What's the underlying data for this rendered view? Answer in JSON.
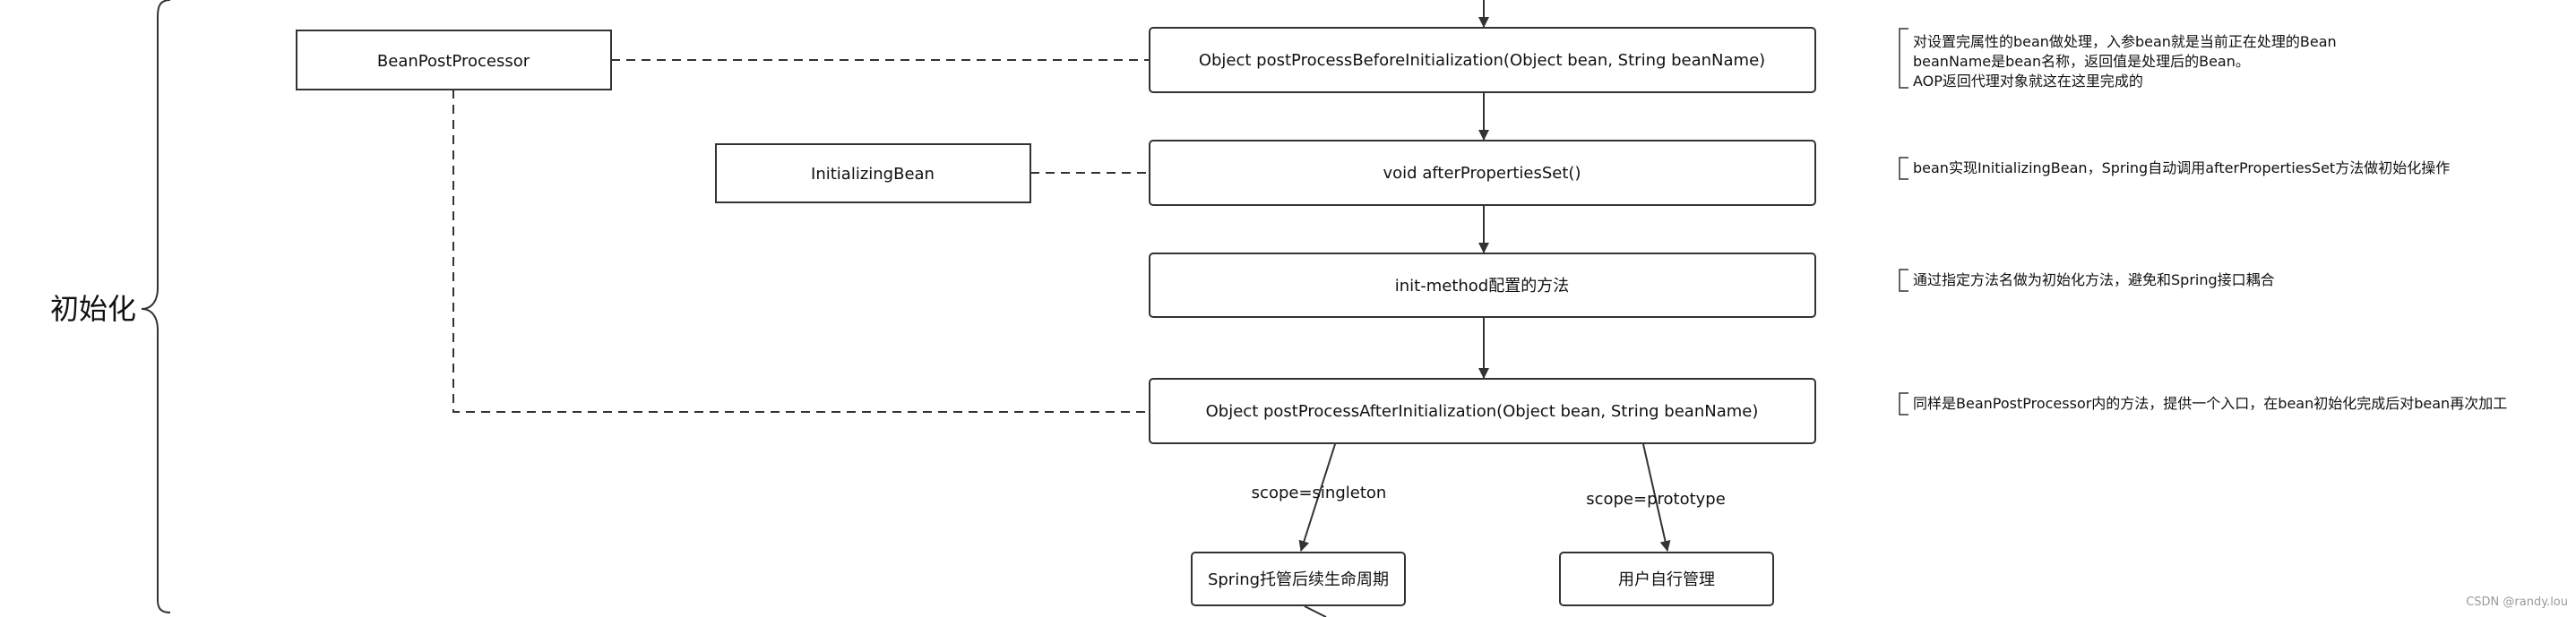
{
  "phase_label": "初始化",
  "watermark": "CSDN @randy.lou",
  "nodes": {
    "bean_post_processor": "BeanPostProcessor",
    "initializing_bean": "InitializingBean",
    "post_process_before": "Object postProcessBeforeInitialization(Object bean, String beanName)",
    "after_properties_set": "void afterPropertiesSet()",
    "init_method": "init-method配置的方法",
    "post_process_after": "Object postProcessAfterInitialization(Object bean, String beanName)",
    "spring_managed": "Spring托管后续生命周期",
    "user_managed": "用户自行管理"
  },
  "edge_labels": {
    "singleton": "scope=singleton",
    "prototype": "scope=prototype"
  },
  "notes": {
    "before": [
      "对设置完属性的bean做处理，入参bean就是当前正在处理的Bean",
      "beanName是bean名称，返回值是处理后的Bean。",
      "AOP返回代理对象就这在这里完成的"
    ],
    "after_properties_set": "bean实现InitializingBean，Spring自动调用afterPropertiesSet方法做初始化操作",
    "init_method": "通过指定方法名做为初始化方法，避免和Spring接口耦合",
    "after": "同样是BeanPostProcessor内的方法，提供一个入口，在bean初始化完成后对bean再次加工"
  }
}
